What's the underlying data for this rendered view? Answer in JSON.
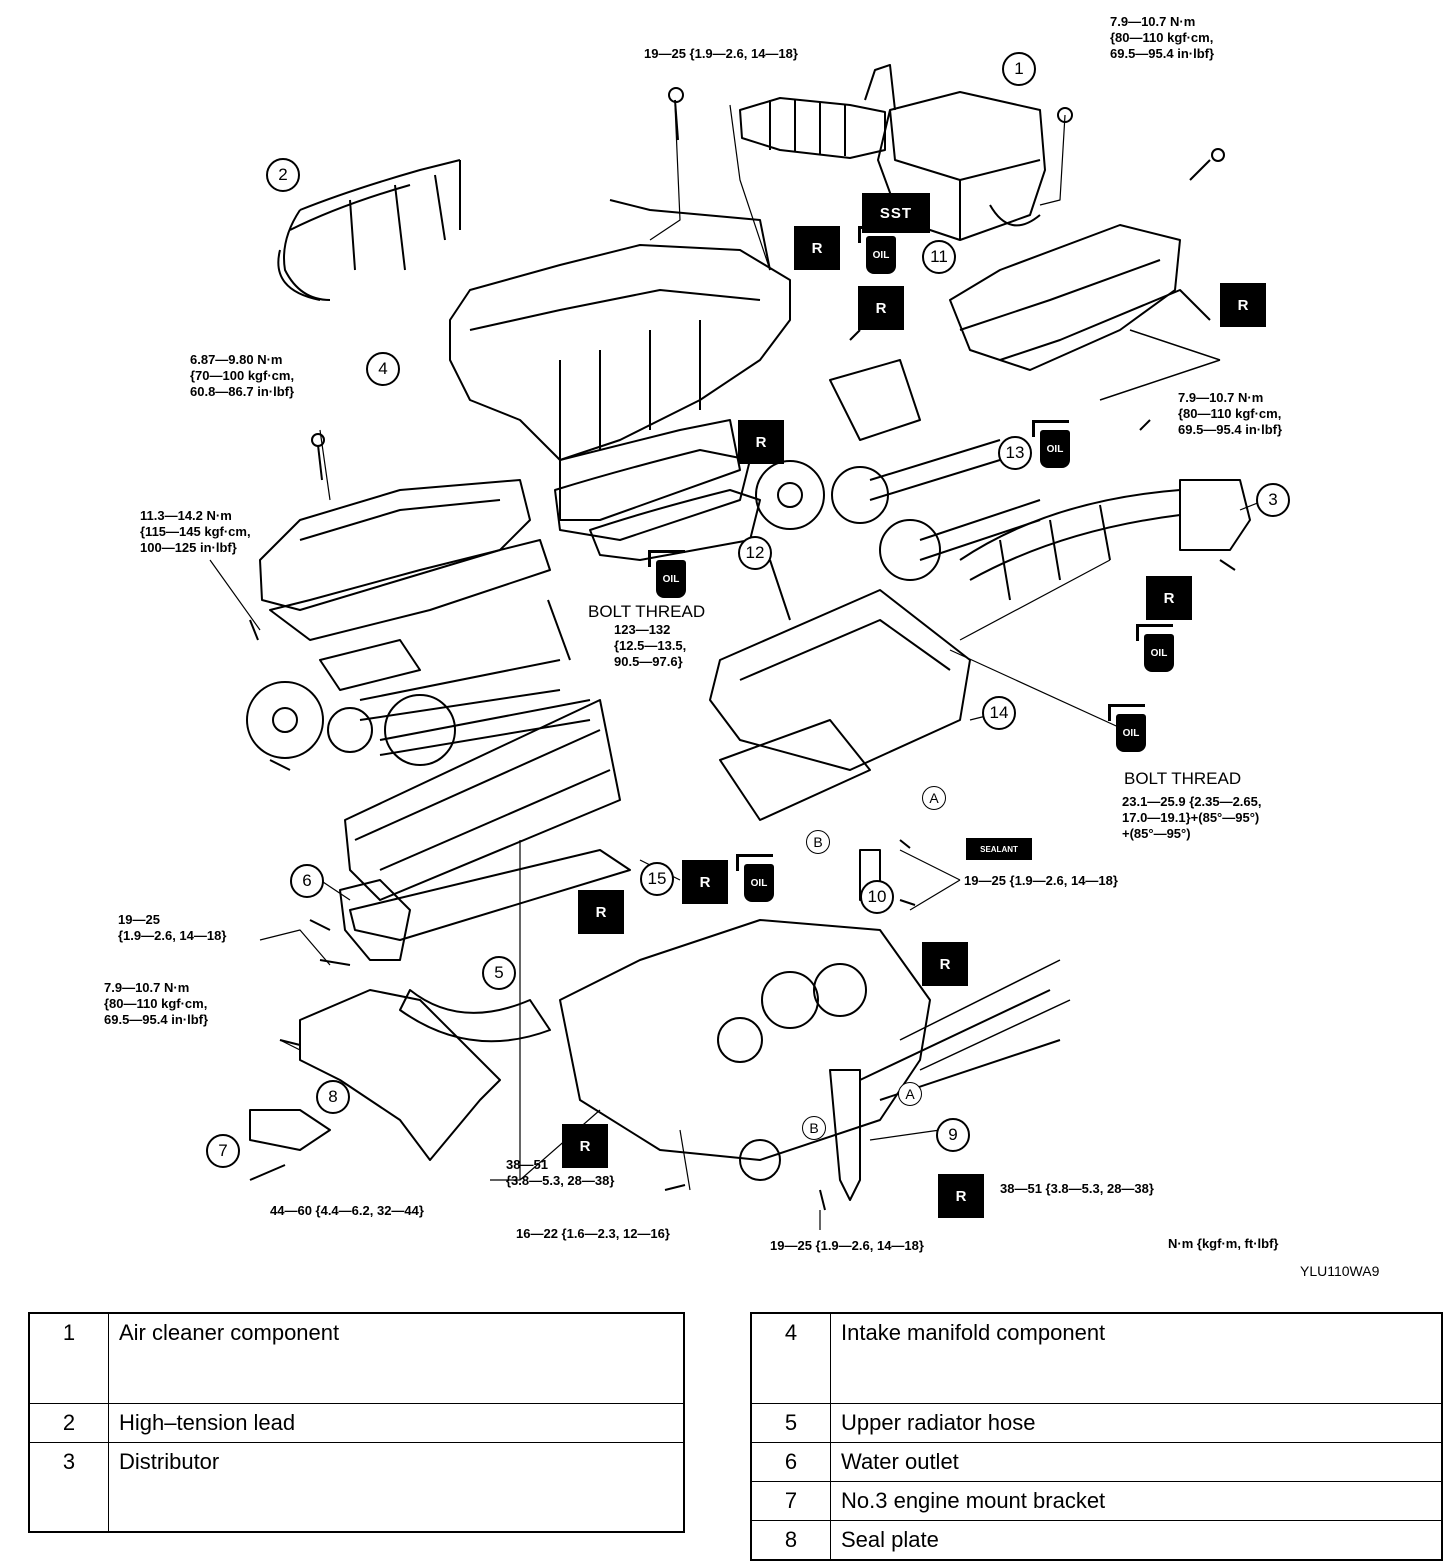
{
  "torque_specs": {
    "t1": "19—25 {1.9—2.6, 14—18}",
    "t2": "7.9—10.7 N·m\n{80—110 kgf·cm,\n69.5—95.4 in·lbf}",
    "t3": "6.87—9.80 N·m\n{70—100 kgf·cm,\n60.8—86.7 in·lbf}",
    "t4": "7.9—10.7 N·m\n{80—110 kgf·cm,\n69.5—95.4 in·lbf}",
    "t5": "11.3—14.2 N·m\n{115—145 kgf·cm,\n100—125 in·lbf}",
    "t6": "123—132\n{12.5—13.5,\n90.5—97.6}",
    "t7": "23.1—25.9 {2.35—2.65,\n17.0—19.1}+(85°—95°)\n+(85°—95°)",
    "t8": "19—25 {1.9—2.6, 14—18}",
    "t9": "19—25\n{1.9—2.6, 14—18}",
    "t10": "7.9—10.7 N·m\n{80—110 kgf·cm,\n69.5—95.4 in·lbf}",
    "t11": "38—51\n{3.8—5.3, 28—38}",
    "t12": "38—51 {3.8—5.3, 28—38}",
    "t13": "44—60 {4.4—6.2, 32—44}",
    "t14": "16—22 {1.6—2.3, 12—16}",
    "t15": "19—25 {1.9—2.6, 14—18}"
  },
  "bolt_thread_1": "BOLT THREAD",
  "bolt_thread_2": "BOLT THREAD",
  "tags": {
    "sst": "SST",
    "r": "R",
    "oil": "OIL",
    "sealant": "SEALANT"
  },
  "callouts": [
    "1",
    "2",
    "3",
    "4",
    "5",
    "6",
    "7",
    "8",
    "9",
    "10",
    "11",
    "12",
    "13",
    "14",
    "15"
  ],
  "letters": {
    "a": "A",
    "b": "B"
  },
  "units": "N·m {kgf·m, ft·lbf}",
  "figure_code": "YLU110WA9",
  "legend_left": [
    {
      "num": "1",
      "name": "Air cleaner component"
    },
    {
      "num": "2",
      "name": "High–tension lead"
    },
    {
      "num": "3",
      "name": "Distributor"
    }
  ],
  "legend_right": [
    {
      "num": "4",
      "name": "Intake manifold component"
    },
    {
      "num": "5",
      "name": "Upper radiator hose"
    },
    {
      "num": "6",
      "name": "Water outlet"
    },
    {
      "num": "7",
      "name": "No.3 engine mount bracket"
    },
    {
      "num": "8",
      "name": "Seal plate"
    }
  ]
}
